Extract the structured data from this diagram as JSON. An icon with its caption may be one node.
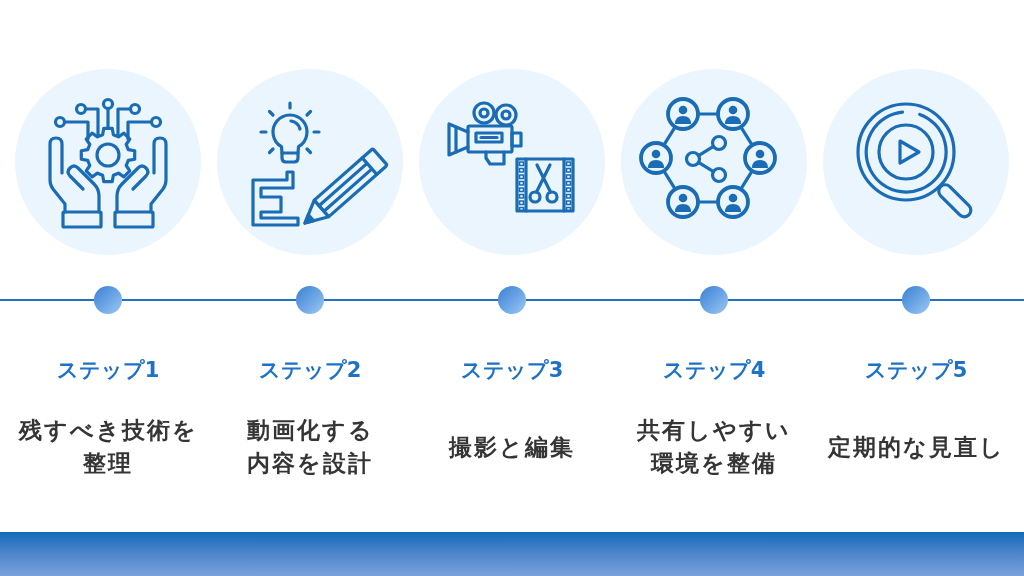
{
  "diagram": {
    "nodes": [
      {
        "text": [],
        "shape": "circle",
        "beside": [
          "ステップ1",
          "残すべき技術を整理"
        ]
      },
      {
        "text": [],
        "shape": "circle",
        "beside": [
          "ステップ2",
          "動画化する内容を設計"
        ]
      },
      {
        "text": [],
        "shape": "circle",
        "beside": [
          "ステップ3",
          "撮影と編集"
        ]
      },
      {
        "text": [],
        "shape": "circle",
        "beside": [
          "ステップ4",
          "共有しやすい環境を整備"
        ]
      },
      {
        "text": [],
        "shape": "circle",
        "beside": [
          "ステップ5",
          "定期的な見直し"
        ]
      }
    ],
    "edges": [
      {
        "from": null,
        "to": 0,
        "arrow": "none"
      },
      {
        "from": 0,
        "to": 1,
        "arrow": "none"
      },
      {
        "from": 1,
        "to": 2,
        "arrow": "none"
      },
      {
        "from": 2,
        "to": 3,
        "arrow": "none"
      },
      {
        "from": 3,
        "to": 4,
        "arrow": "none"
      },
      {
        "from": 4,
        "to": null,
        "arrow": "none"
      }
    ]
  }
}
